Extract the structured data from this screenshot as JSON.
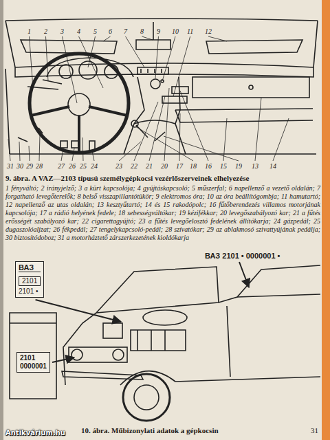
{
  "diagram": {
    "nodes": [
      {
        "text": [
          "ВАЗ",
          "2101",
          "2101 •"
        ]
      },
      {
        "text": [
          "2101",
          "0000001"
        ]
      }
    ],
    "labels": [
      "1",
      "2",
      "3",
      "4",
      "5",
      "6",
      "7",
      "8",
      "9",
      "10",
      "11",
      "12",
      "13",
      "14",
      "15",
      "16",
      "17",
      "18",
      "19",
      "20",
      "21",
      "22",
      "23",
      "24",
      "25",
      "26",
      "27",
      "28",
      "29",
      "30",
      "31",
      "9. ábra. A VAZ—2103 típusú személygépkocsi vezérlőszerveinek elhelyezése",
      "1 fényváltó; 2 irányjelző; 3 a kürt kapcsolója; 4 gyújtáskapcsoló; 5 műszerfal; 6 napellenző a vezető oldalán; 7 forgatható levegőterelők; 8 belső visszapillantótükör; 9 elektromos óra; 10 az óra beállítógombja; 11 hamutartó; 12 napellenző az utas oldalán; 13 kesztyűtartó; 14 és 15 rakodópolc; 16 fűtőberendezés villamos motorjának kapcsolója; 17 a rádió helyének fedele; 18 sebességváltókar; 19 kézifékkar; 20 levegőszabályozó kar; 21 a fűtés erősségét szabályozó kar; 22 cigarettagyújtó; 23 a fűtés levegőelosztó fedelének állítókarja; 24 gázpedál; 25 dugaszolóaljzat; 26 fékpedál; 27 tengelykapcsoló-pedál; 28 szívatókar; 29 az ablakmosó szivattyújának pedálja; 30 biztosítódoboz; 31 a motorháztető zárszerkezetének kioldókarja",
      "ВАЗ 2101 • 0000001 •",
      "10. ábra. Műbizonylati adatok a gépkocsin",
      "31",
      "Antikvárium.hu"
    ]
  }
}
